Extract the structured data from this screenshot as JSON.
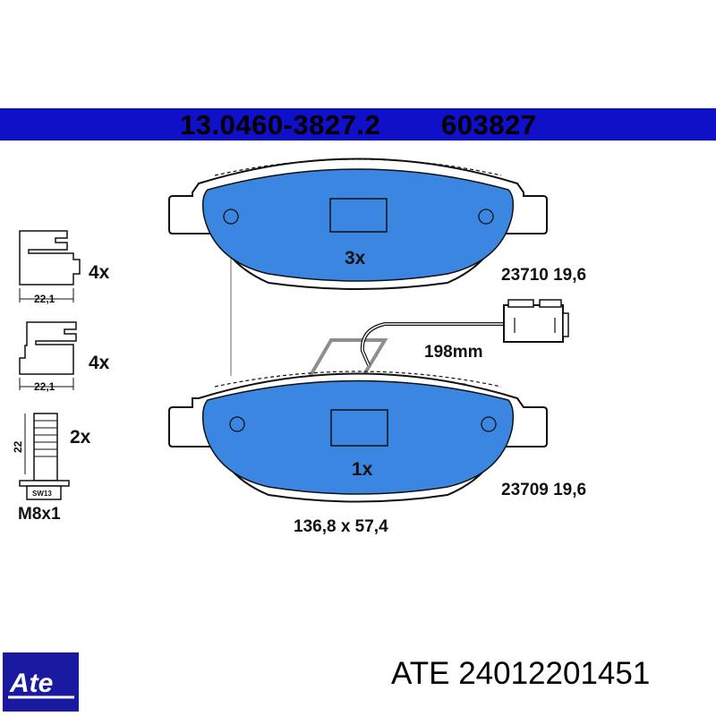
{
  "header": {
    "part_number": "13.0460-3827.2",
    "code": "603827",
    "bar_color": "#1010c8"
  },
  "pads": {
    "fill_color": "#3a86e0",
    "top": {
      "quantity": "3x",
      "spec": "23710  19,6"
    },
    "bottom": {
      "quantity": "1x",
      "spec": "23709 19,6"
    },
    "dimensions": "136,8 x 57,4"
  },
  "sensor": {
    "length": "198mm"
  },
  "accessories": {
    "clip1": {
      "width": "22,1",
      "quantity": "4x"
    },
    "clip2": {
      "width": "22,1",
      "quantity": "4x"
    },
    "bolt": {
      "length": "22",
      "wrench": "SW13",
      "quantity": "2x",
      "thread": "M8x1"
    }
  },
  "footer": {
    "brand_logo": "Ate",
    "brand_text": "ATE 24012201451",
    "logo_color": "#1a1aa0"
  }
}
